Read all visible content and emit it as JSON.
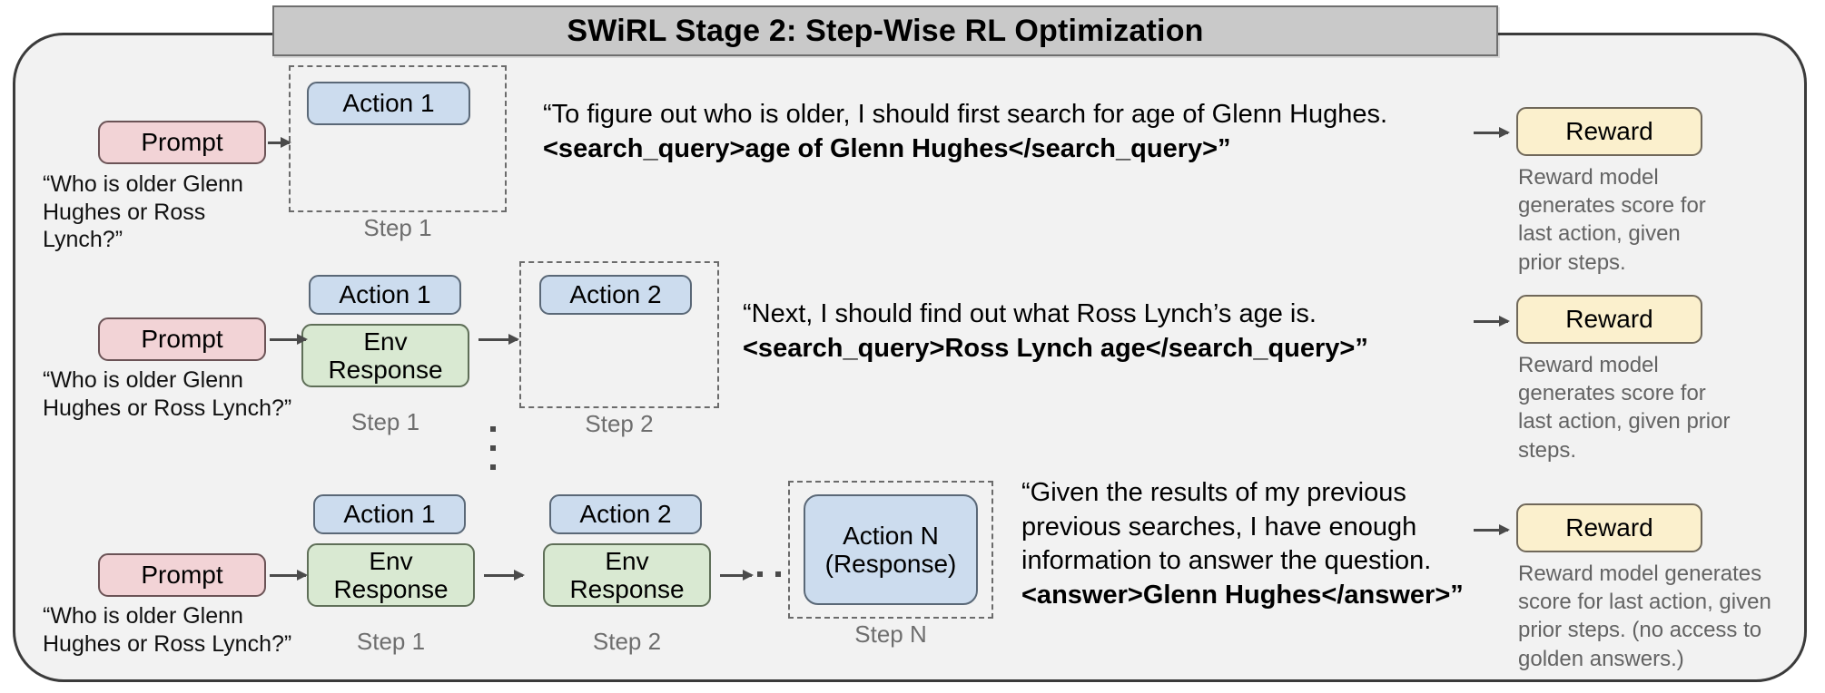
{
  "title": "SWiRL Stage 2: Step-Wise RL Optimization",
  "labels": {
    "prompt": "Prompt",
    "action1": "Action 1",
    "action2": "Action 2",
    "action_n": "Action N\n(Response)",
    "env_response": "Env\nResponse",
    "reward": "Reward",
    "step1": "Step 1",
    "step2": "Step 2",
    "step_n": "Step N"
  },
  "prompt_quote": "“Who is older Glenn Hughes or Ross Lynch?”",
  "rows": [
    {
      "id": "row-1",
      "prompt_label": "Prompt",
      "prompt_quote_line1": "“Who is older Glenn",
      "prompt_quote_line2": "Hughes or Ross Lynch?”",
      "action_label": "Action 1",
      "step_caption": "Step 1",
      "trace_line1": "“To figure out who is older, I should first search for age of Glenn Hughes.",
      "trace_line2": "<search_query>age of Glenn Hughes</search_query>”",
      "reward_label": "Reward",
      "reward_caption": "Reward model generates score for last action, given prior steps."
    },
    {
      "id": "row-2",
      "prompt_label": "Prompt",
      "prompt_quote_line1": "“Who is older Glenn",
      "prompt_quote_line2": "Hughes or Ross Lynch?”",
      "action1_label": "Action 1",
      "env_label": "Env\nResponse",
      "action2_label": "Action 2",
      "step1_caption": "Step 1",
      "step2_caption": "Step 2",
      "trace_line1": "“Next, I should find out what Ross Lynch’s age is.",
      "trace_line2": "<search_query>Ross Lynch age</search_query>”",
      "reward_label": "Reward",
      "reward_caption": "Reward model generates score for last action, given prior steps."
    },
    {
      "id": "row-3",
      "prompt_label": "Prompt",
      "prompt_quote_line1": "“Who is older Glenn",
      "prompt_quote_line2": "Hughes or Ross Lynch?”",
      "action1_label": "Action 1",
      "env1_label": "Env\nResponse",
      "action2_label": "Action 2",
      "env2_label": "Env\nResponse",
      "action_n_label": "Action N\n(Response)",
      "step1_caption": "Step 1",
      "step2_caption": "Step 2",
      "step_n_caption": "Step N",
      "trace_line1": "“Given the results of my previous",
      "trace_line2": "previous searches, I have enough",
      "trace_line3": "information to answer the question.",
      "trace_line4": "<answer>Glenn Hughes</answer>”",
      "reward_label": "Reward",
      "reward_caption": "Reward model generates score for last action, given prior steps. (no access to golden answers.)"
    }
  ],
  "colors": {
    "prompt_fill": "#f2d3d6",
    "action_fill": "#ccdcee",
    "env_fill": "#d9e9d2",
    "reward_fill": "#fbf0cd",
    "panel_fill": "#f2f2f2",
    "title_fill": "#c9c9c9",
    "caption_text": "#636363",
    "border": "#3b3b3b"
  }
}
